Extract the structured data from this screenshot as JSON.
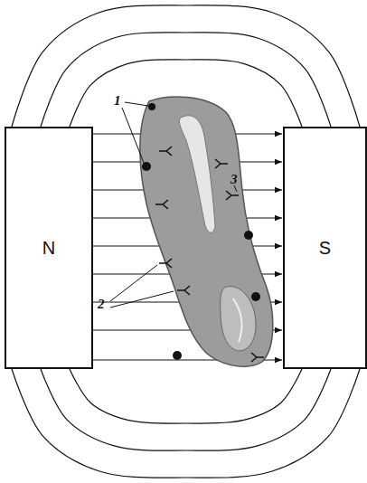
{
  "diagram": {
    "nodes": [
      {
        "text": [
          "N"
        ]
      },
      {
        "text": [
          "S"
        ]
      }
    ],
    "edges": [
      {
        "from": 0,
        "to": 1,
        "arrow": "none"
      },
      {
        "from": 0,
        "to": 1,
        "arrow": "none"
      },
      {
        "from": 0,
        "to": 1,
        "arrow": "none"
      },
      {
        "from": 0,
        "to": 1,
        "arrow": "to"
      },
      {
        "from": 0,
        "to": 1,
        "arrow": "to"
      },
      {
        "from": 0,
        "to": 1,
        "arrow": "to"
      },
      {
        "from": 0,
        "to": 1,
        "arrow": "to"
      },
      {
        "from": 0,
        "to": 1,
        "arrow": "to"
      },
      {
        "from": 0,
        "to": 1,
        "arrow": "to"
      },
      {
        "from": 0,
        "to": 1,
        "arrow": "to"
      },
      {
        "from": 0,
        "to": 1,
        "arrow": "to"
      },
      {
        "from": 0,
        "to": 1,
        "arrow": "to"
      },
      {
        "from": 0,
        "to": 1,
        "arrow": "none"
      },
      {
        "from": 0,
        "to": 1,
        "arrow": "none"
      },
      {
        "from": 0,
        "to": 1,
        "arrow": "none"
      }
    ],
    "labels": [
      "1",
      "2",
      "3"
    ]
  }
}
